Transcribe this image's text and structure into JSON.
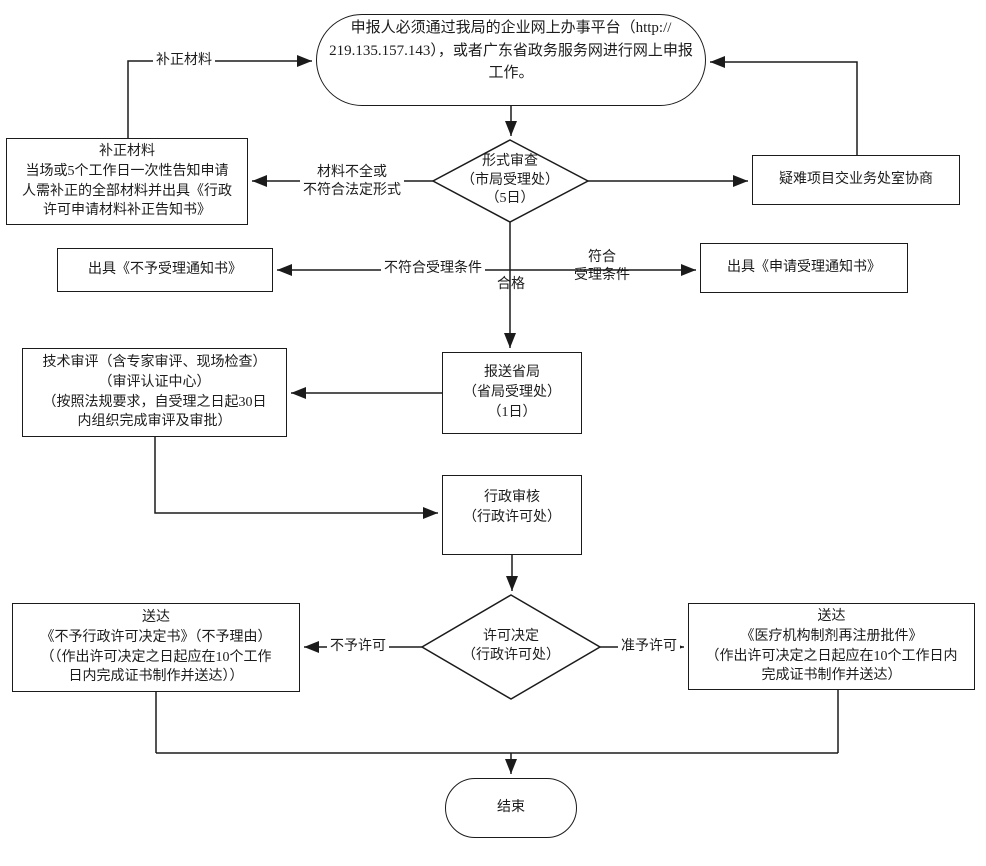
{
  "colors": {
    "line": "#1b1b1b",
    "text": "#1c1c1c",
    "background": "#ffffff"
  },
  "nodes": {
    "start": {
      "text": "申报人必须通过我局的企业网上办事平台（http://\n219.135.157.143），或者广东省政务服务网进行网上申报工作。"
    },
    "formal_review": {
      "text": "形式审查\n（市局受理处）\n（5日）"
    },
    "supplement": {
      "text": "补正材料\n当场或5个工作日一次性告知申请\n人需补正的全部材料并出具《行政\n许可申请材料补正告知书》"
    },
    "difficult": {
      "text": "疑难项目交业务处室协商"
    },
    "reject_notice": {
      "text": "出具《不予受理通知书》"
    },
    "accept_notice": {
      "text": "出具《申请受理通知书》"
    },
    "submit_province": {
      "text": "报送省局\n（省局受理处）\n（1日）"
    },
    "tech_review": {
      "text": "技术审评（含专家审评、现场检查）\n（审评认证中心）\n（按照法规要求，自受理之日起30日\n内组织完成审评及审批）"
    },
    "admin_review": {
      "text": "行政审核\n（行政许可处）"
    },
    "license_decision": {
      "text": "许可决定\n（行政许可处）"
    },
    "deliver_denial": {
      "text": "送达\n《不予行政许可决定书》（不予理由）\n（（作出许可决定之日起应在10个工作\n日内完成证书制作并送达））"
    },
    "deliver_approval": {
      "text": "送达\n《医疗机构制剂再注册批件》\n（作出许可决定之日起应在10个工作日内\n完成证书制作并送达）"
    },
    "end": {
      "text": "结束"
    }
  },
  "edge_labels": {
    "supplement_materials": "补正材料",
    "incomplete": "材料不全或\n不符合法定形式",
    "not_accepted": "不符合受理条件",
    "qualified": "合格",
    "accepted": "符合\n受理条件",
    "deny": "不予许可",
    "approve": "准予许可"
  }
}
